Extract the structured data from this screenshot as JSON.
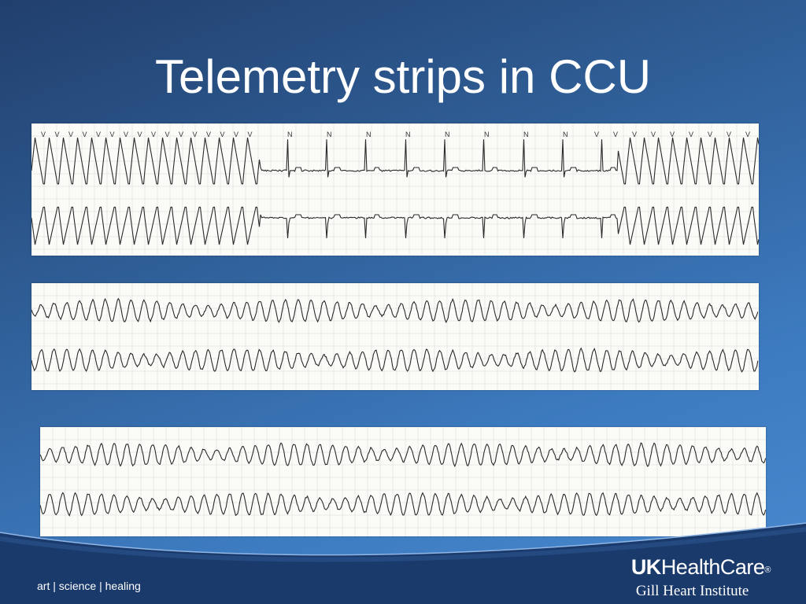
{
  "slide": {
    "title": "Telemetry strips in CCU"
  },
  "strips": [
    {
      "rhythm_markers": [
        "V",
        "V",
        "V",
        "V",
        "V",
        "V",
        "V",
        "V",
        "V",
        "V",
        "V",
        "V",
        "V",
        "V",
        "V",
        "V",
        "N",
        "N",
        "N",
        "N",
        "N",
        "N",
        "N",
        "N",
        "V",
        "V",
        "V",
        "V",
        "V",
        "V",
        "V",
        "V",
        "V"
      ]
    },
    {
      "rhythm_markers": []
    },
    {
      "rhythm_markers": []
    }
  ],
  "footer": {
    "tagline": "art | science | healing",
    "logo_uk": "UK",
    "logo_name": "HealthCare",
    "logo_reg": "®",
    "logo_institute": "Gill Heart Institute"
  },
  "colors": {
    "background_dark": "#213f6d",
    "background_light": "#4a8ad0",
    "paper": "#fbfbf8",
    "grid": "#d9d9d4",
    "trace": "#2a2a2a"
  }
}
